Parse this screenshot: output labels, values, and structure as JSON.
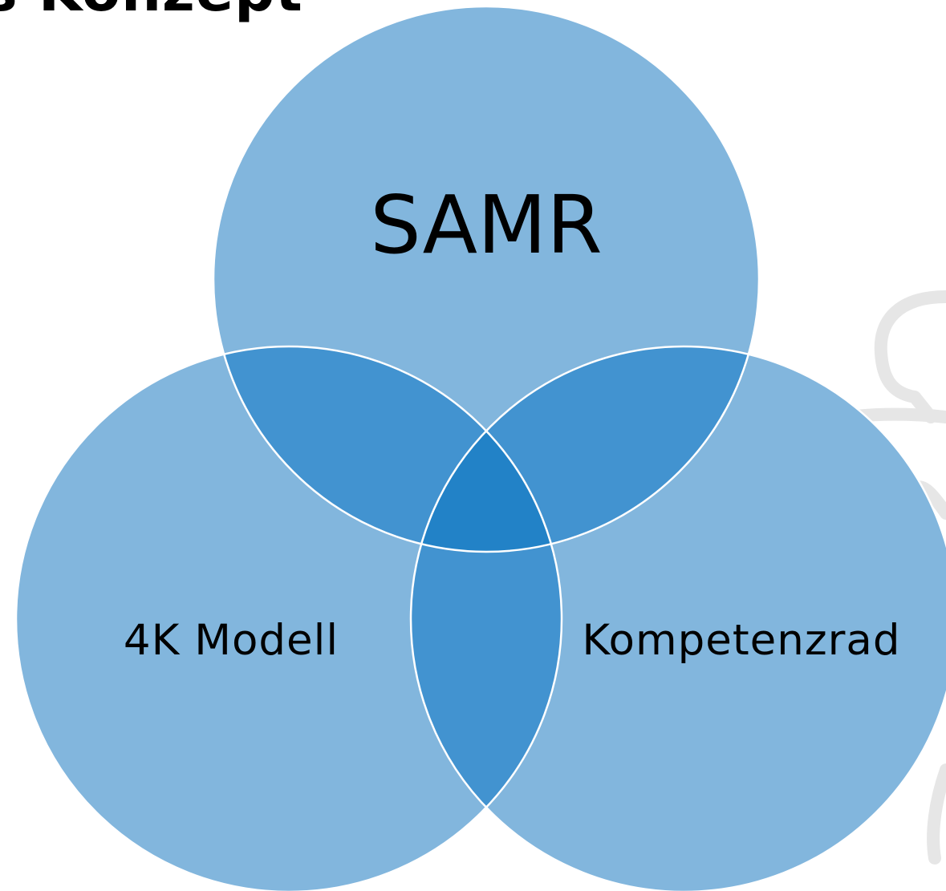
{
  "title": "s Konzept",
  "colors": {
    "circle_fill": "#82B6DD",
    "overlap_two": "#4293D0",
    "overlap_three": "#2282C7",
    "outline": "#ffffff",
    "background_sketch": "#e6e6e6"
  },
  "circles": [
    {
      "label": "SAMR"
    },
    {
      "label": "4K Modell"
    },
    {
      "label": "Kompetenzrad"
    }
  ]
}
